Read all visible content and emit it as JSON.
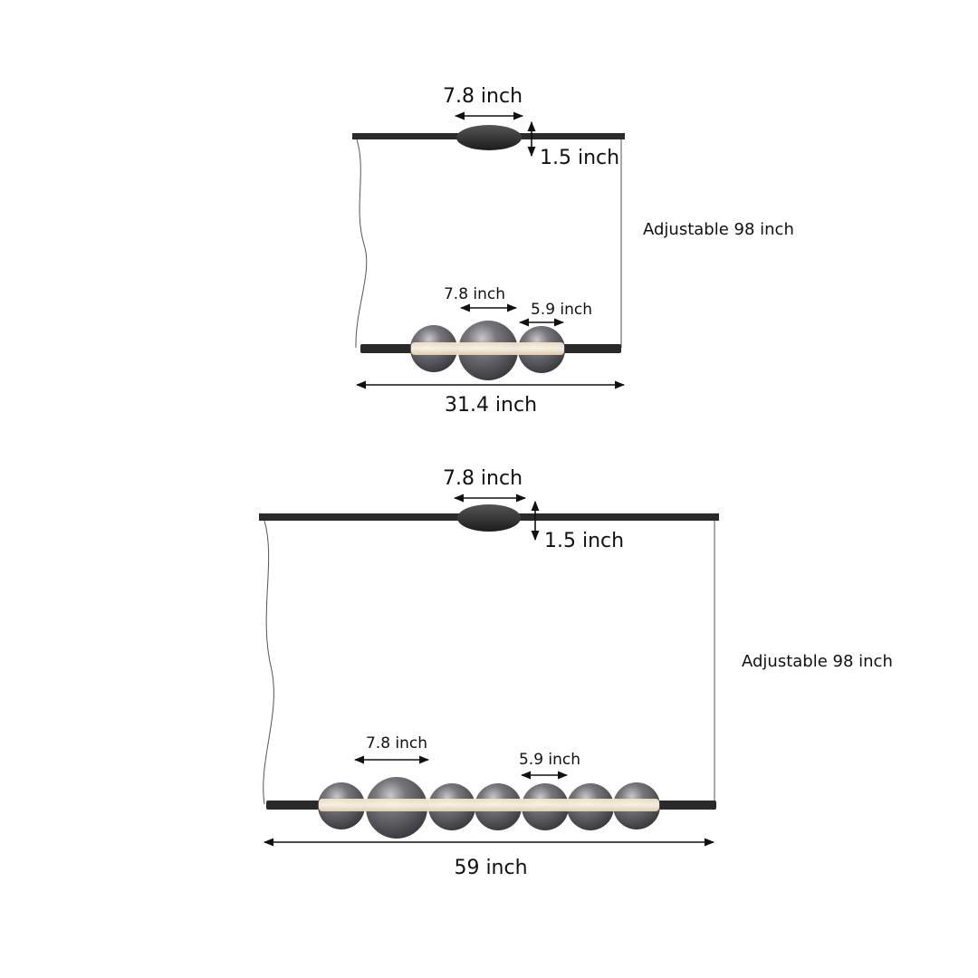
{
  "colors": {
    "metal": "#2a2a2a",
    "glass": "#5e5e62",
    "light": "#fbf1dc",
    "text": "#111111"
  },
  "fixture_3_globe": {
    "canopy_width": "7.8 inch",
    "canopy_height": "1.5 inch",
    "drop": "Adjustable 98 inch",
    "large_globe": "7.8 inch",
    "small_globe": "5.9 inch",
    "total_length": "31.4 inch"
  },
  "fixture_7_globe": {
    "canopy_width": "7.8 inch",
    "canopy_height": "1.5 inch",
    "drop": "Adjustable 98 inch",
    "large_globe": "7.8 inch",
    "small_globe": "5.9 inch",
    "total_length": "59 inch"
  }
}
